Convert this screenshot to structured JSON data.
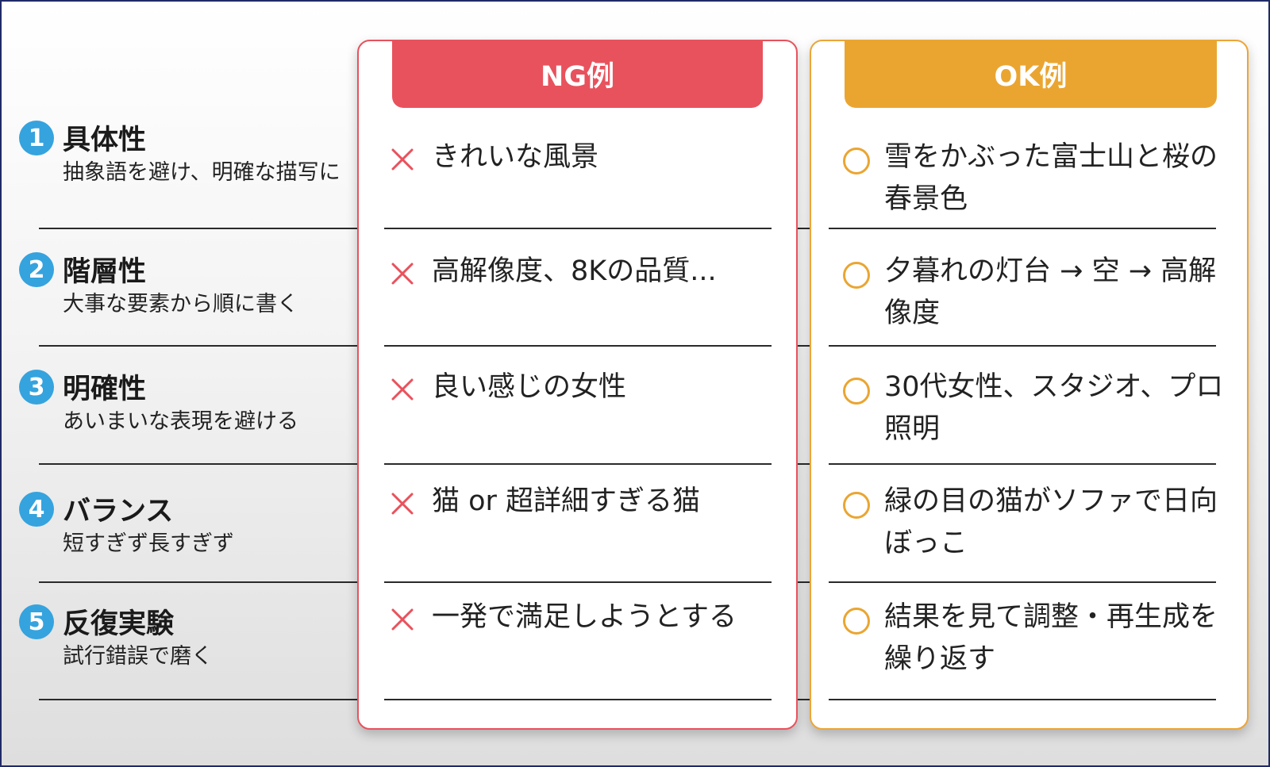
{
  "columns": {
    "ng_header": "NG例",
    "ok_header": "OK例"
  },
  "rows": [
    {
      "number": "1",
      "title": "具体性",
      "description": "抽象語を避け、明確な描写に",
      "ng": "きれいな風景",
      "ok": "雪をかぶった富士山と桜の春景色"
    },
    {
      "number": "2",
      "title": "階層性",
      "description": "大事な要素から順に書く",
      "ng": "高解像度、8Kの品質...",
      "ok": "夕暮れの灯台 → 空 → 高解像度"
    },
    {
      "number": "3",
      "title": "明確性",
      "description": "あいまいな表現を避ける",
      "ng": "良い感じの女性",
      "ok": "30代女性、スタジオ、プロ照明"
    },
    {
      "number": "4",
      "title": "バランス",
      "description": "短すぎず長すぎず",
      "ng": "猫 or 超詳細すぎる猫",
      "ok": "緑の目の猫がソファで日向ぼっこ"
    },
    {
      "number": "5",
      "title": "反復実験",
      "description": "試行錯誤で磨く",
      "ng": "一発で満足しようとする",
      "ok": "結果を見て調整・再生成を繰り返す"
    }
  ],
  "icons": {
    "ng_mark": "x-mark-icon",
    "ok_mark": "circle-mark-icon",
    "number_badge": "number-circle-icon"
  },
  "colors": {
    "ng": "#e8525d",
    "ok": "#eaa531",
    "badge": "#35a3de"
  }
}
